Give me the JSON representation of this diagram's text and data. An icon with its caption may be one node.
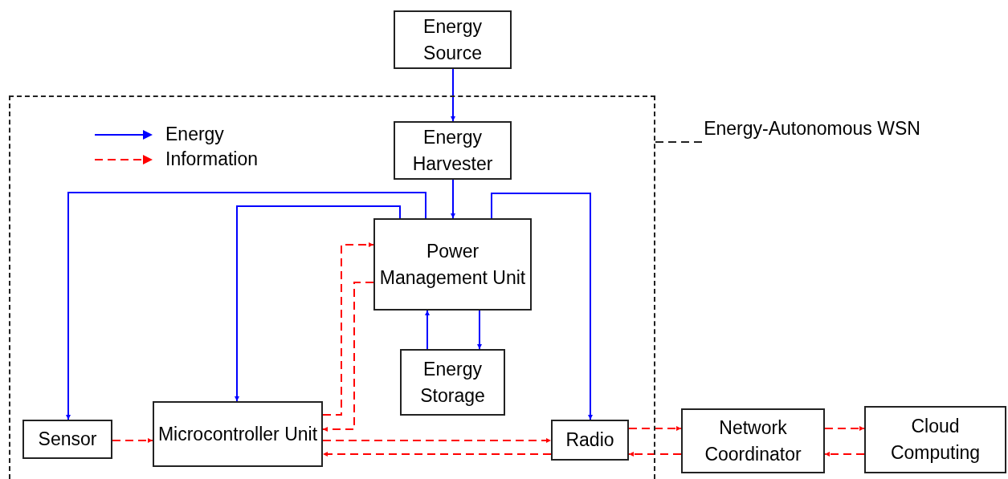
{
  "diagram": {
    "nodes": [
      {
        "text": [
          "Energy Source"
        ]
      },
      {
        "text": [
          "Energy-Autonomous WSN"
        ]
      },
      {
        "text": [
          "Energy Harvester"
        ],
        "in": 1
      },
      {
        "text": [
          "Power Management Unit"
        ],
        "in": 1
      },
      {
        "text": [
          "Energy Storage"
        ],
        "in": 1
      },
      {
        "text": [
          "Sensor"
        ],
        "in": 1
      },
      {
        "text": [
          "Microcontroller Unit"
        ],
        "in": 1
      },
      {
        "text": [
          "Radio"
        ],
        "in": 1
      },
      {
        "text": [
          "Network Coordinator"
        ]
      },
      {
        "text": [
          "Cloud Computing"
        ]
      }
    ],
    "edges": [
      {
        "from": 0,
        "to": 2,
        "arrow": "to",
        "color": "#0000ff"
      },
      {
        "from": 2,
        "to": 3,
        "arrow": "to",
        "color": "#0000ff"
      },
      {
        "from": 3,
        "to": 5,
        "arrow": "to",
        "color": "#0000ff"
      },
      {
        "from": 3,
        "to": 6,
        "arrow": "to",
        "color": "#0000ff"
      },
      {
        "from": 3,
        "to": 7,
        "arrow": "to",
        "color": "#0000ff"
      },
      {
        "from": 4,
        "to": 3,
        "arrow": "to",
        "color": "#0000ff"
      },
      {
        "from": 3,
        "to": 4,
        "arrow": "to",
        "color": "#0000ff"
      },
      {
        "from": 6,
        "to": 3,
        "arrow": "to",
        "style": "dashed"
      },
      {
        "from": 3,
        "to": 6,
        "arrow": "to",
        "style": "dashed"
      },
      {
        "from": 5,
        "to": 6,
        "arrow": "to",
        "style": "dashed"
      },
      {
        "from": 6,
        "to": 7,
        "arrow": "to",
        "style": "dashed"
      },
      {
        "from": 7,
        "to": 6,
        "arrow": "to",
        "style": "dashed"
      },
      {
        "from": 7,
        "to": 8,
        "arrow": "to",
        "style": "dashed"
      },
      {
        "from": 8,
        "to": 7,
        "arrow": "to",
        "style": "dashed"
      },
      {
        "from": 8,
        "to": 9,
        "arrow": "to",
        "style": "dashed"
      },
      {
        "from": 9,
        "to": 8,
        "arrow": "to",
        "style": "dashed"
      }
    ],
    "legend": [
      {
        "text": "Energy"
      },
      {
        "text": "Information"
      }
    ]
  }
}
